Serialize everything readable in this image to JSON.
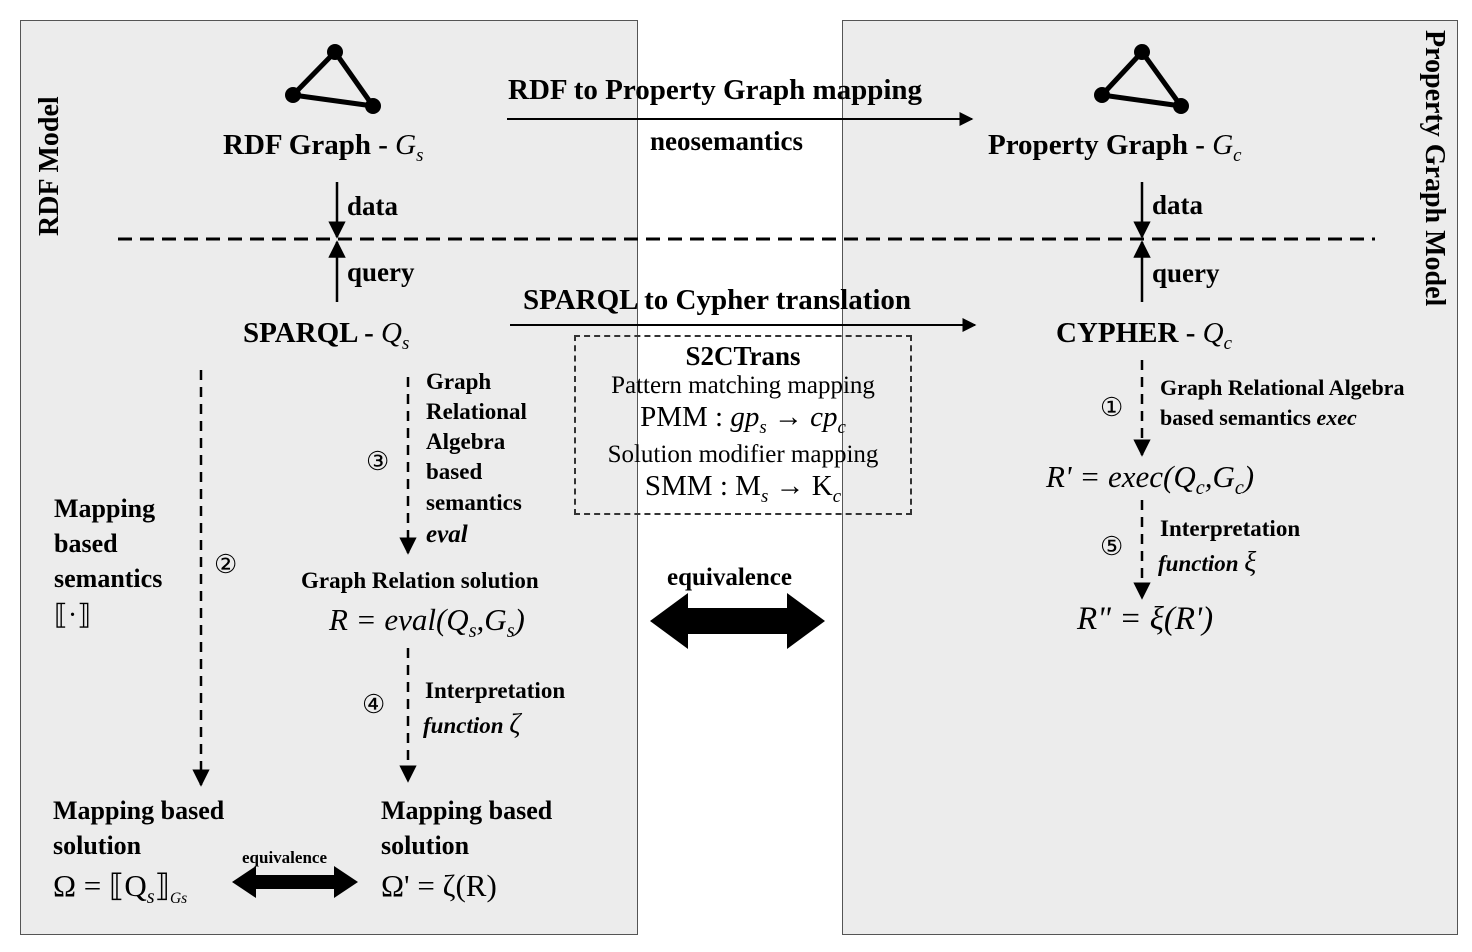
{
  "panels": {
    "left_title": "RDF Model",
    "right_title": "Property Graph Model"
  },
  "top": {
    "rdf_graph": "RDF Graph -",
    "rdf_graph_sym": "G",
    "rdf_graph_sub": "s",
    "property_graph": "Property Graph -",
    "property_graph_sym": "G",
    "property_graph_sub": "c",
    "mapping_label": "RDF to Property Graph mapping",
    "neosemantics": "neosemantics",
    "data_left": "data",
    "data_right": "data",
    "query_left": "query",
    "query_right": "query"
  },
  "middle": {
    "sparql": "SPARQL -",
    "sparql_sym": "Q",
    "sparql_sub": "s",
    "cypher": "CYPHER -",
    "cypher_sym": "Q",
    "cypher_sub": "c",
    "translation_label": "SPARQL to Cypher translation"
  },
  "s2ctrans": {
    "title": "S2CTrans",
    "pmm_label": "Pattern matching mapping",
    "pmm_formula_prefix": "PMM : ",
    "pmm_gp": "gp",
    "pmm_gp_sub": "s",
    "pmm_arrow": " → ",
    "pmm_cp": "cp",
    "pmm_cp_sub": "c",
    "smm_label": "Solution modifier mapping",
    "smm_formula_prefix": "SMM : M",
    "smm_m_sub": "s",
    "smm_arrow": " → K",
    "smm_k_sub": "c"
  },
  "left": {
    "step2": "②",
    "step3": "③",
    "step4": "④",
    "mapping_semantics_1": "Mapping",
    "mapping_semantics_2": "based",
    "mapping_semantics_3": "semantics",
    "mapping_semantics_sym": "⟦·⟧",
    "gra_1": "Graph",
    "gra_2": "Relational",
    "gra_3": "Algebra",
    "gra_4": "based",
    "gra_5": "semantics",
    "gra_6": "eval",
    "graph_relation_solution": "Graph Relation solution",
    "eval_formula": "R = eval(Q",
    "eval_formula_sub1": "s",
    "eval_formula_mid": ",G",
    "eval_formula_sub2": "s",
    "eval_formula_end": ")",
    "interp_label": "Interpretation",
    "interp_fn": "function",
    "interp_sym": "ζ",
    "mbs_left_1": "Mapping based",
    "mbs_left_2": "solution",
    "omega_left": "Ω = ⟦Q",
    "omega_left_sub": "s",
    "omega_left_end": "⟧",
    "omega_left_sub2": "Gs",
    "mbs_right_1": "Mapping based",
    "mbs_right_2": "solution",
    "omega_right": "Ω' = ζ(R)",
    "equivalence_small": "equivalence"
  },
  "right": {
    "step1": "①",
    "step5": "⑤",
    "gra_1": "Graph  Relational Algebra",
    "gra_2": "based semantics",
    "gra_exec": "exec",
    "exec_formula": "R' = exec(Q",
    "exec_sub1": "c",
    "exec_mid": ",G",
    "exec_sub2": "c",
    "exec_end": ")",
    "interp_label": "Interpretation",
    "interp_fn": "function",
    "interp_sym": "ξ",
    "final_formula": "R\" = ξ(R')"
  },
  "center": {
    "equivalence_big": "equivalence"
  }
}
